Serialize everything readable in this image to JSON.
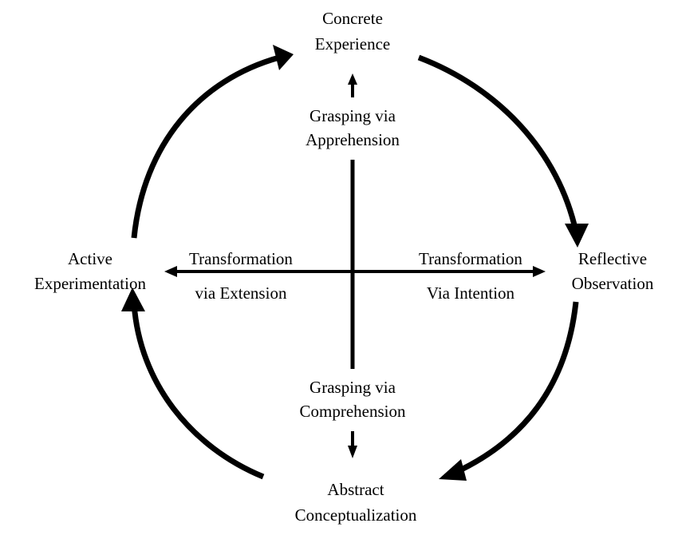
{
  "diagram": {
    "nodes": {
      "top": {
        "lines": [
          "Concrete",
          "Experience"
        ]
      },
      "right": {
        "lines": [
          "Reflective",
          "Observation"
        ]
      },
      "bottom": {
        "lines": [
          "Abstract",
          "Conceptualization"
        ]
      },
      "left": {
        "lines": [
          "Active",
          "Experimentation"
        ]
      }
    },
    "axes": {
      "vertical_upper": {
        "lines": [
          "Grasping via",
          "Apprehension"
        ]
      },
      "vertical_lower": {
        "lines": [
          "Grasping via",
          "Comprehension"
        ]
      },
      "horizontal_left": {
        "lines": [
          "Transformation",
          "via Extension"
        ]
      },
      "horizontal_right": {
        "lines": [
          "Transformation",
          "Via Intention"
        ]
      }
    },
    "colors": {
      "stroke": "#000000",
      "background": "#ffffff"
    }
  }
}
